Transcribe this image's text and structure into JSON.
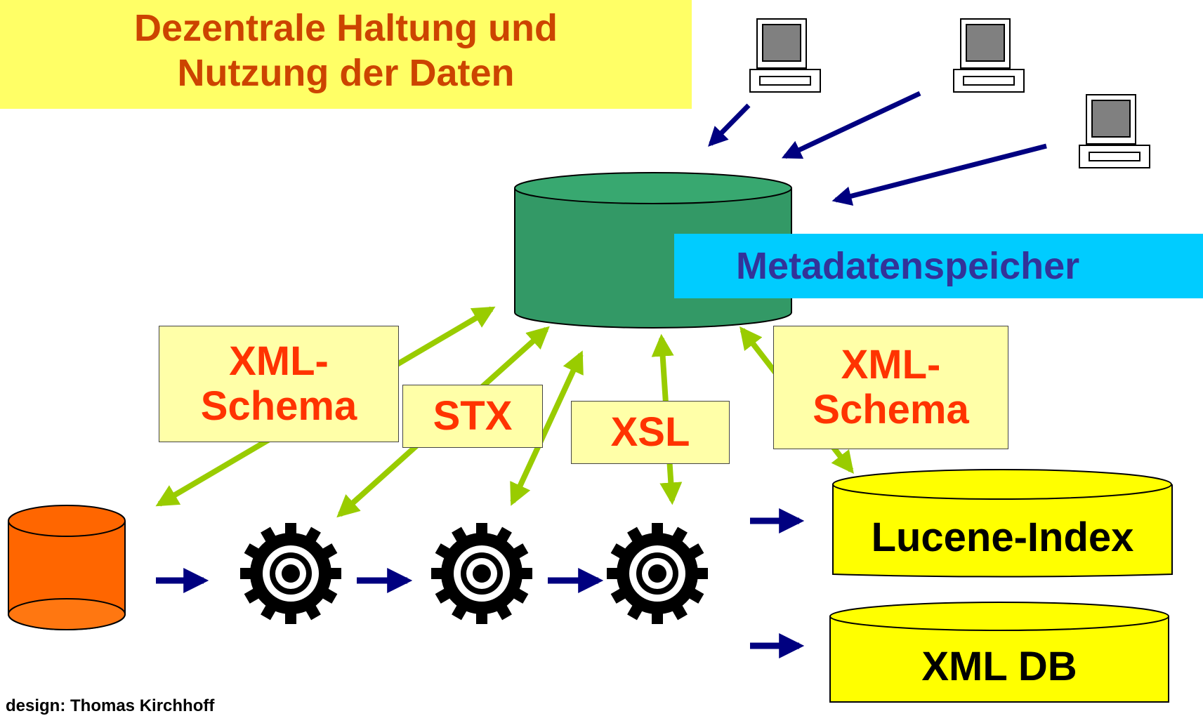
{
  "title": {
    "line1": "Dezentrale Haltung und",
    "line2": "Nutzung der Daten"
  },
  "store_label": "Metadatenspeicher",
  "notes": {
    "xml_schema_left": {
      "line1": "XML-",
      "line2": "Schema"
    },
    "stx": "STX",
    "xsl": "XSL",
    "xml_schema_right": {
      "line1": "XML-",
      "line2": "Schema"
    }
  },
  "targets": {
    "lucene": "Lucene-Index",
    "xmldb": "XML DB"
  },
  "credit": "design: Thomas Kirchhoff",
  "icons": [
    "computer-icon",
    "database-icon",
    "gear-icon",
    "arrow-icon"
  ],
  "colors": {
    "title_bg": "#ffff66",
    "title_text": "#cc4400",
    "store_label_bg": "#00ccff",
    "store_label_text": "#333399",
    "note_bg": "#ffffa8",
    "note_text": "#ff3300",
    "green_db": "#339966",
    "orange_db": "#ff6600",
    "yellow_db": "#ffff00",
    "green_arrows": "#99cc00",
    "blue_arrows": "#000080"
  }
}
